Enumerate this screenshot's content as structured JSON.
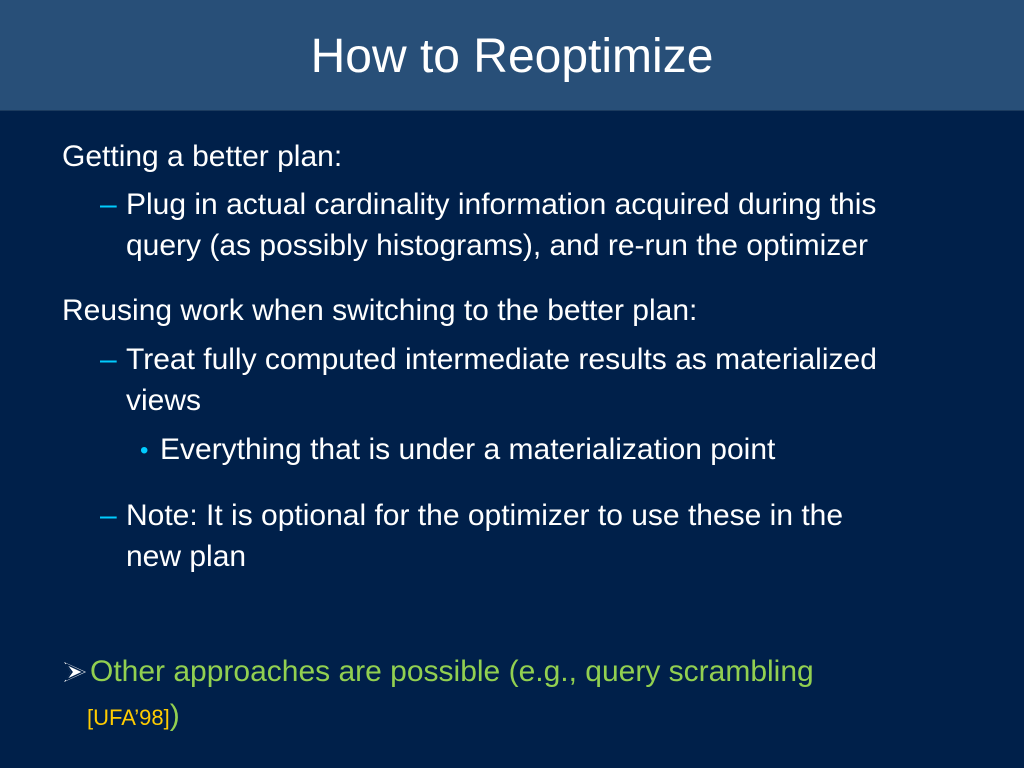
{
  "title": "How to Reoptimize",
  "colors": {
    "background": "#00204a",
    "title_bar": "#284f78",
    "text": "#ffffff",
    "dash": "#00ccff",
    "green_text": "#92d050",
    "reference": "#ffcc00"
  },
  "content": {
    "heading1": "Getting a better plan:",
    "dash_symbol": "–",
    "item1_line1": "Plug in actual cardinality information acquired during this",
    "item1_line2": "query (as possibly histograms), and re-run the optimizer",
    "heading2": "Reusing work when switching to the better plan:",
    "item2_line1": "Treat fully computed intermediate results as materialized",
    "item2_line2": "views",
    "bullet_symbol": "•",
    "sub_item": "Everything that is under a materialization point",
    "item3_line1": "Note: It is optional for the optimizer to use these in the",
    "item3_line2": "new plan",
    "arrow_icon": "arrow-bullet-icon",
    "other_line1": "Other approaches are possible (e.g., query scrambling",
    "reference": "[UFA’98]",
    "closing_paren": ")"
  }
}
